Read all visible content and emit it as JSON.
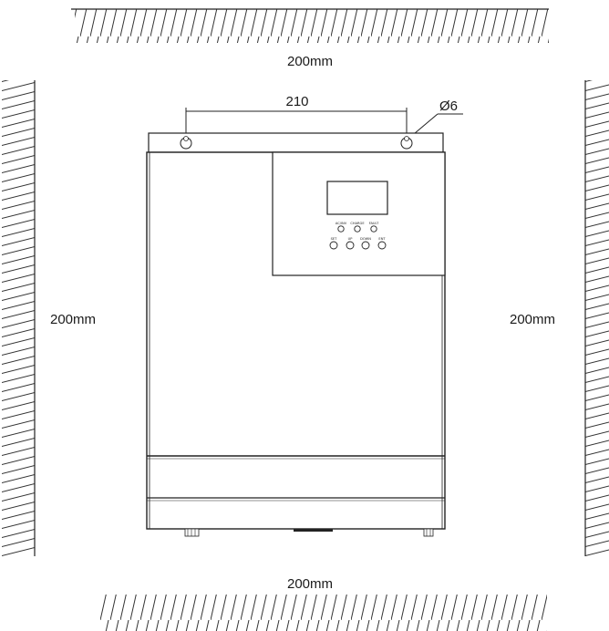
{
  "clearances": {
    "top": "200mm",
    "bottom": "200mm",
    "left": "200mm",
    "right": "200mm"
  },
  "mounting": {
    "hole_spacing": "210",
    "hole_diameter": "Ø6"
  },
  "panel": {
    "led_labels": [
      "AC/INV",
      "CHARGE",
      "FAULT"
    ],
    "button_labels": [
      "SET",
      "UP",
      "DOWN",
      "ENT"
    ]
  },
  "colors": {
    "line": "#222222",
    "background": "#ffffff"
  }
}
